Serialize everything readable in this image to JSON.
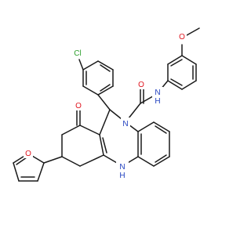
{
  "atoms": {
    "chlorine": {
      "text": "Cl",
      "color": "#2ca02c"
    },
    "methoxy_oxygen": {
      "text": "O",
      "color": "#e0141e"
    },
    "amide_nitrogen": {
      "text": "N",
      "color": "#1f3fbf"
    },
    "amide_hydrogen": {
      "text": "H",
      "color": "#1f3fbf"
    },
    "amide_oxygen": {
      "text": "O",
      "color": "#e0141e"
    },
    "ketone_oxygen": {
      "text": "O",
      "color": "#e0141e"
    },
    "diazepine_nitrogen": {
      "text": "N",
      "color": "#1f3fbf"
    },
    "amine_nitrogen": {
      "text": "N",
      "color": "#1f3fbf"
    },
    "amine_hydrogen": {
      "text": "H",
      "color": "#1f3fbf"
    },
    "furan_oxygen": {
      "text": "O",
      "color": "#e0141e"
    }
  },
  "bond_color": "#1a1a1a"
}
